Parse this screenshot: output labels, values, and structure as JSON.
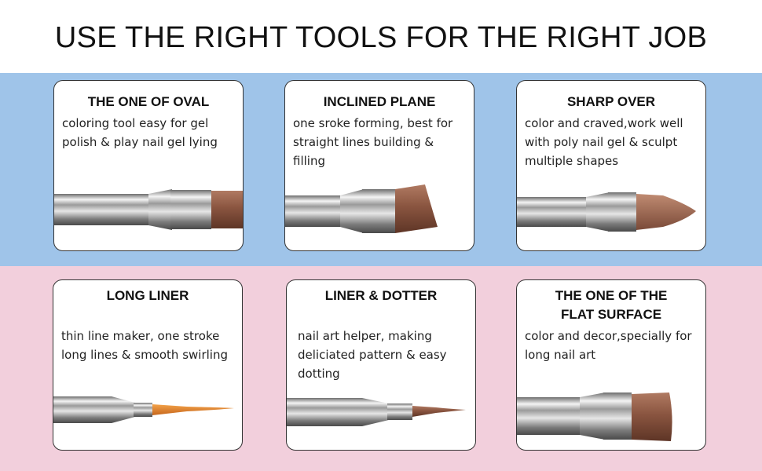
{
  "page": {
    "title": "USE THE RIGHT TOOLS FOR THE RIGHT JOB"
  },
  "colors": {
    "top_band": "#9fc4e9",
    "bottom_band": "#f2cfdc",
    "card_background": "#ffffff",
    "bristle_brown": "#8c5a45",
    "liner_orange": "#e08a2c"
  },
  "brushes": [
    {
      "title_lines": [
        "THE ONE OF OVAL"
      ],
      "description": "coloring tool easy for gel polish & play nail gel lying",
      "icon": "oval-brush-icon"
    },
    {
      "title_lines": [
        "INCLINED PLANE"
      ],
      "description": "one sroke forming, best for straight lines building & filling",
      "icon": "angled-brush-icon"
    },
    {
      "title_lines": [
        "SHARP OVER"
      ],
      "description": "color and craved,work well with poly nail gel & sculpt multiple shapes",
      "icon": "pointed-brush-icon"
    },
    {
      "title_lines": [
        "LONG LINER"
      ],
      "description": "thin line maker, one stroke long lines & smooth swirling",
      "icon": "liner-brush-icon"
    },
    {
      "title_lines": [
        "LINER & DOTTER"
      ],
      "description": "nail art helper, making deliciated pattern & easy dotting",
      "icon": "dotter-brush-icon"
    },
    {
      "title_lines": [
        "THE ONE OF THE",
        "FLAT SURFACE"
      ],
      "description": "color and decor,specially for long nail art",
      "icon": "flat-brush-icon"
    }
  ]
}
